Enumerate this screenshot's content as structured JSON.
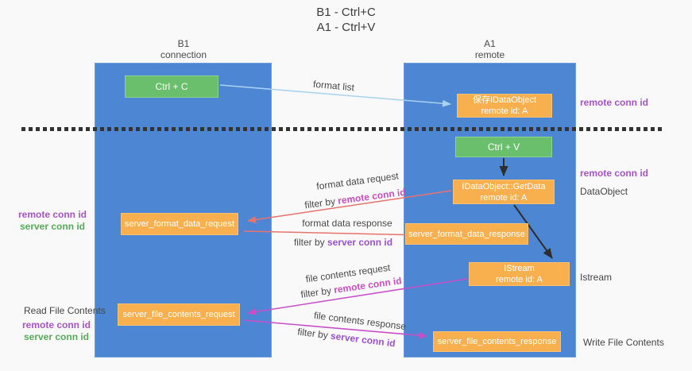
{
  "title": {
    "line1": "B1 - Ctrl+C",
    "line2": "A1 - Ctrl+V"
  },
  "columns": {
    "left": {
      "name": "B1",
      "role": "connection"
    },
    "right": {
      "name": "A1",
      "role": "remote"
    }
  },
  "nodes": {
    "ctrl_c": {
      "label": "Ctrl + C"
    },
    "ctrl_v": {
      "label": "Ctrl + V"
    },
    "save_dataobject": {
      "line1": "保存IDataObject",
      "line2": "remote id: A"
    },
    "getdata": {
      "line1": "IDataObject::GetData",
      "line2": "remote id: A"
    },
    "istream": {
      "line1": "IStream",
      "line2": "remote id: A"
    },
    "server_format_data_request": {
      "label": "server_format_data_request"
    },
    "server_format_data_response": {
      "label": "server_format_data_response"
    },
    "server_file_contents_request": {
      "label": "server_file_contents_request"
    },
    "server_file_contents_response": {
      "label": "server_file_contents_response"
    }
  },
  "arrow_labels": {
    "format_list": "format list",
    "format_data_request": "format data request",
    "format_data_response": "format data response",
    "file_contents_request": "file contents request",
    "file_contents_response": "file contents response",
    "filter_by": "filter by",
    "remote_conn_id": "remote conn id",
    "server_conn_id": "server conn id"
  },
  "side_labels": {
    "remote_conn_id_right_top": "remote conn id",
    "remote_conn_id_right_mid": "remote conn id",
    "dataobject": "DataObject",
    "istream": "Istream",
    "write_file_contents": "Write File Contents",
    "read_file_contents": "Read File Contents",
    "remote_conn_id_left_1": "remote conn id",
    "server_conn_id_left_1": "server conn id",
    "remote_conn_id_left_2": "remote conn id",
    "server_conn_id_left_2": "server conn id"
  },
  "colors": {
    "column_blue": "#4d86d3",
    "node_green": "#6abf6d",
    "node_orange": "#f8b04e",
    "arrow_light_blue": "#a8d2ef",
    "arrow_salmon": "#e7736e",
    "arrow_magenta": "#c94fc9",
    "arrow_black": "#2e2e2e",
    "text_purple": "#a653c6",
    "text_magenta": "#c94fc0",
    "text_violet": "#9a50d0",
    "text_green": "#55ad58",
    "text_dark": "#454545"
  }
}
